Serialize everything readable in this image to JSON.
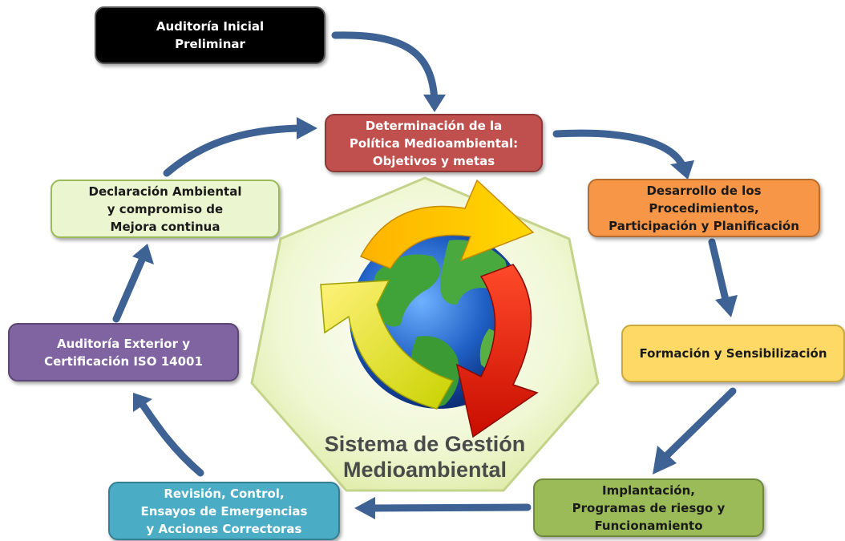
{
  "steps": {
    "audit": {
      "lines": [
        "Auditoría Inicial",
        "Preliminar"
      ]
    },
    "policy": {
      "lines": [
        "Determinación de la",
        "Política Medioambiental:",
        "Objetivos y metas"
      ]
    },
    "proc": {
      "lines": [
        "Desarrollo de los",
        "Procedimientos,",
        "Participación y Planificación"
      ]
    },
    "form": {
      "lines": [
        "Formación y Sensibilización"
      ]
    },
    "impl": {
      "lines": [
        "Implantación,",
        "Programas de riesgo y",
        "Funcionamiento"
      ]
    },
    "rev": {
      "lines": [
        "Revisión, Control,",
        "Ensayos de Emergencias",
        "y Acciones Correctoras"
      ]
    },
    "ext": {
      "lines": [
        "Auditoría Exterior y",
        "Certificación ISO 14001"
      ]
    },
    "decl": {
      "lines": [
        "Declaración Ambiental",
        "y compromiso de",
        "Mejora continua"
      ]
    }
  },
  "center": {
    "lines": [
      "Sistema de Gestión",
      "Medioambiental"
    ]
  },
  "colors": {
    "arrow": "#3e6294",
    "heptagon_fill": "#eef6c8",
    "heptagon_edge": "#c3d48a"
  }
}
